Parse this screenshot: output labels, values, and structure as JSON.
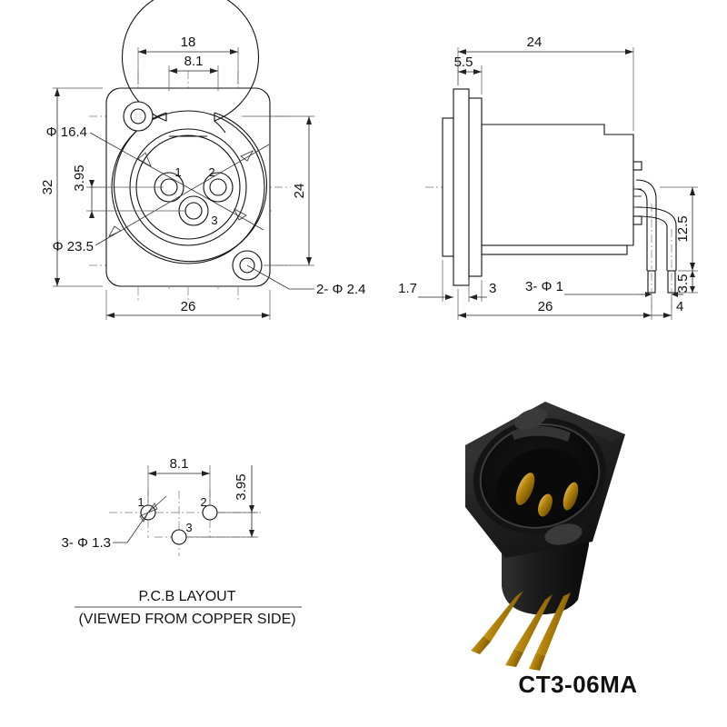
{
  "document": {
    "kind": "engineering-drawing",
    "part_number": "CT3-06MA",
    "background_color": "#ffffff",
    "line_color": "#111111"
  },
  "front_view": {
    "name": "front-view",
    "dimensions": {
      "overall_width": "26",
      "overall_height": "32",
      "mount_hole_span_width": "18",
      "mount_hole_span_height": "24",
      "pin_spacing_horizontal": "8.1",
      "pin_offset_vertical": "3.95",
      "inner_bore_diameter": "Φ 16.4",
      "outer_bore_diameter": "Φ 23.5",
      "mount_hole_callout": "2- Φ 2.4"
    },
    "pin_labels": [
      "1",
      "2",
      "3"
    ]
  },
  "side_view": {
    "name": "side-view",
    "dimensions": {
      "body_depth": "24",
      "flange_shoulder": "5.5",
      "flange_thickness": "1.7",
      "flange_step": "3",
      "total_length": "26",
      "pin_height": "12.5",
      "pin_tip_length": "3.5",
      "pin_pitch": "4",
      "pin_diameter_callout": "3- Φ 1"
    }
  },
  "pcb_layout": {
    "name": "pcb-layout",
    "title": "P.C.B LAYOUT",
    "subtitle": "(VIEWED FROM COPPER SIDE)",
    "dimensions": {
      "hole_spacing_horizontal": "8.1",
      "hole_offset_vertical": "3.95",
      "hole_diameter_callout": "3- Φ 1.3"
    },
    "pad_labels": [
      "1",
      "2",
      "3"
    ]
  },
  "product_photo": {
    "name": "product-photo",
    "label": "CT3-06MA",
    "body_color": "#1a1a1a",
    "pin_color": "#b8860b",
    "description": "3-pin XLR male panel mount connector"
  }
}
